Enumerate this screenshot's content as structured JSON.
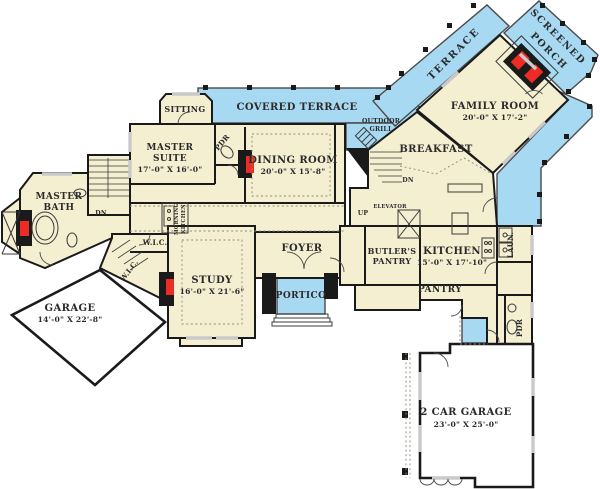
{
  "plan": {
    "rooms": {
      "screened_porch": {
        "l1": "SCREENED",
        "l2": "PORCH"
      },
      "terrace": "TERRACE",
      "covered_terrace": "COVERED TERRACE",
      "family_room": {
        "name": "FAMILY ROOM",
        "dims": "20'-0\" X 17'-2\""
      },
      "sitting": "SITTING",
      "master_suite": {
        "l1": "MASTER",
        "l2": "SUITE",
        "dims": "17'-0\" X 16'-0\""
      },
      "pdr_upper": "PDR",
      "dining_room": {
        "name": "DINING ROOM",
        "dims": "20'-0\" X 15'-8\""
      },
      "outdoor_grill": {
        "l1": "OUTDOOR",
        "l2": "GRILL"
      },
      "breakfast": "BREAKFAST",
      "master_bath": {
        "l1": "MASTER",
        "l2": "BATH"
      },
      "wic_1": "W.I.C.",
      "wic_2": "W.I.C.",
      "morning_kitchen": {
        "l1": "MORNING",
        "l2": "KITCHEN"
      },
      "study": {
        "name": "STUDY",
        "dims": "16'-0\" X 21'-6\""
      },
      "garage": {
        "name": "GARAGE",
        "dims": "14'-0\" X 22'-8\""
      },
      "foyer": "FOYER",
      "portico": "PORTICO",
      "butlers_pantry": {
        "l1": "BUTLER'S",
        "l2": "PANTRY"
      },
      "kitchen": {
        "name": "KITCHEN",
        "dims": "15'-0\" X 17'-10\""
      },
      "pantry": "PANTRY",
      "laundry": "LAUN.",
      "pdr_lower": "PDR",
      "two_car_garage": {
        "name": "2 CAR GARAGE",
        "dims": "23'-0\" X 25'-0\""
      }
    },
    "annotations": {
      "dn": "DN",
      "up": "UP",
      "elevator": "ELEVATOR"
    },
    "colors": {
      "floor": "#F5EFD2",
      "terrace": "#A8D9F2",
      "wall": "#1A1A1A",
      "fireplace": "#EE2B24",
      "text": "#2B2B2B"
    }
  }
}
